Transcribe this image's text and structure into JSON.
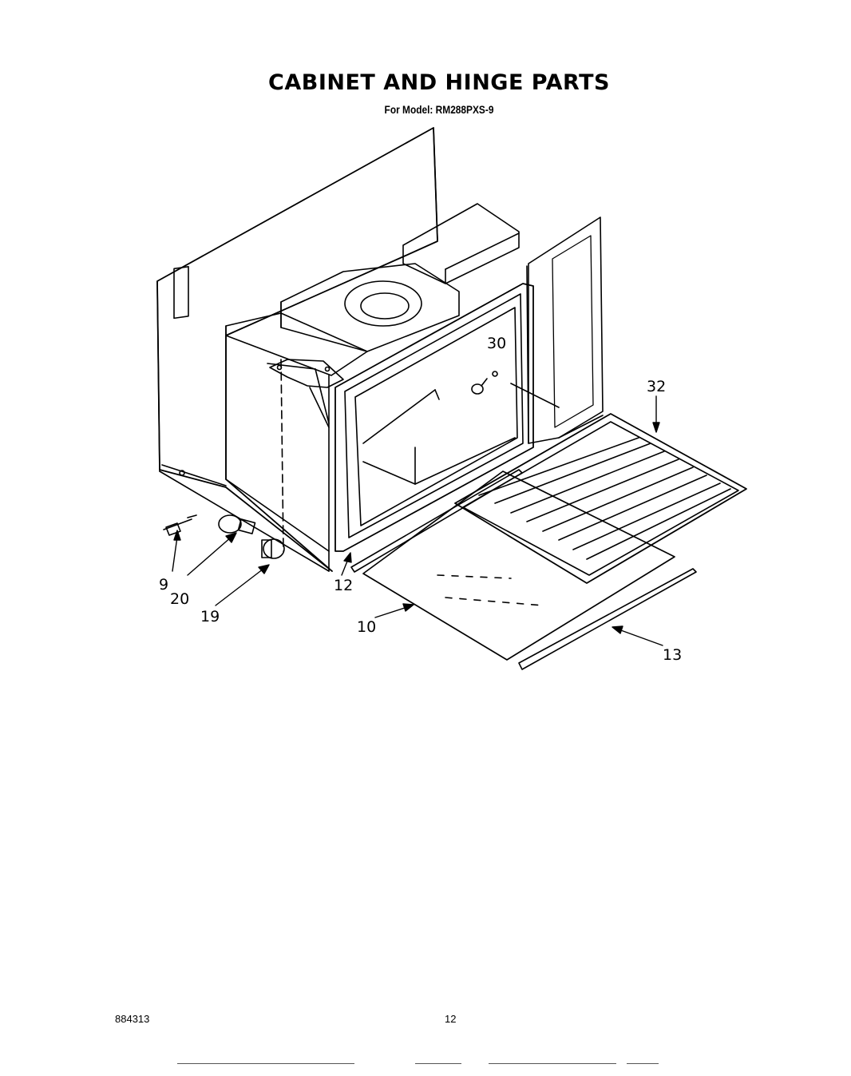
{
  "header": {
    "title": "CABINET AND HINGE PARTS",
    "model": "For Model: RM288PXS-9"
  },
  "callouts": [
    "30",
    "32",
    "9",
    "20",
    "19",
    "12",
    "10",
    "13"
  ],
  "footer": {
    "doc_number": "884313",
    "page_number": "12"
  }
}
